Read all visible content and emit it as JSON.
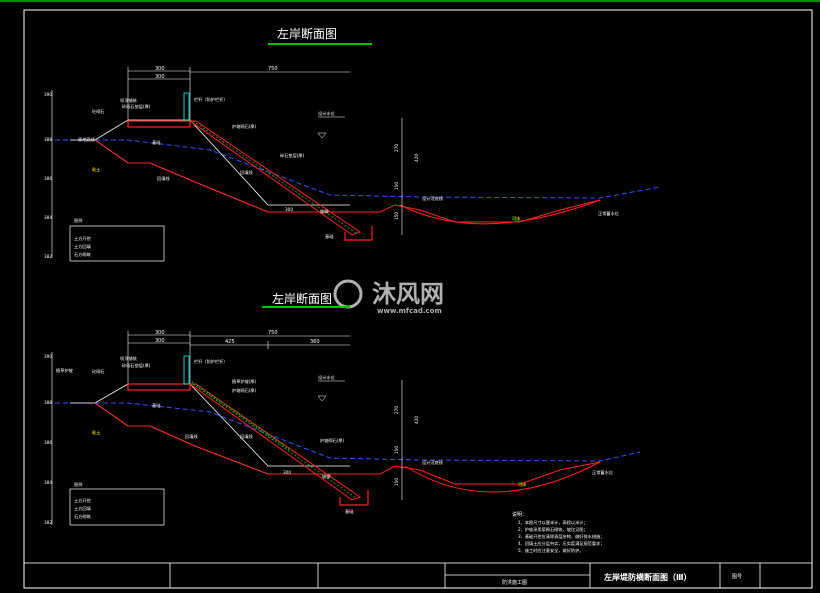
{
  "frame": {
    "border_color": "#ffffff",
    "accent_green": "#00c000"
  },
  "section1": {
    "title": "左岸断面图",
    "dims_top": [
      "300",
      "300",
      "750"
    ],
    "elevations": [
      "390",
      "388",
      "386",
      "384",
      "382"
    ],
    "vert_dims": [
      "270",
      "420",
      "150",
      "150"
    ],
    "labels": {
      "crest_paving": "坝顶铺装",
      "paving_stone": "砼砌石",
      "gravel_cushion": "砂砾石垫层(厚)",
      "rail": "栏杆（防护栏杆）",
      "back_slope": "原地面线",
      "clay": "粘土",
      "backfill": "回填线",
      "slope_protect": "护坡砌石(厚)",
      "gravel_layer": "碎石垫层(厚)",
      "design_wl": "设计水位",
      "normal_wl": "正常蓄水位",
      "foundation": "基础",
      "toe": "坡脚",
      "river_bed": "河床",
      "width_300": "300",
      "bottom_line": "设计河底线"
    },
    "legend": {
      "title": "图例",
      "items": [
        "土方开挖",
        "土方回填",
        "石方砌筑"
      ]
    }
  },
  "section2": {
    "title": "左岸断面图",
    "dims_top": [
      "300",
      "300",
      "750",
      "425",
      "360"
    ],
    "elevations": [
      "390",
      "388",
      "386",
      "384",
      "382"
    ],
    "vert_dims": [
      "270",
      "420",
      "150",
      "150"
    ],
    "labels": {
      "crest_paving": "坝顶铺装",
      "paving_stone": "砼砌石",
      "gravel_cushion": "砂砾石垫层(厚)",
      "rail": "栏杆（防护栏杆）",
      "clay": "粘土",
      "fill_top": "植草护坡",
      "backfill": "回填线",
      "grass": "植草护坡(厚)",
      "slope_protect": "护坡砌石(厚)",
      "design_wl": "设计水位",
      "normal_wl": "正常蓄水位",
      "foundation": "基础",
      "toe": "坡脚",
      "river_bed": "河床",
      "width_300": "300",
      "bottom_line": "设计河底线"
    },
    "legend": {
      "title": "图例",
      "items": [
        "土方开挖",
        "土方回填",
        "石方砌筑"
      ]
    }
  },
  "notes": {
    "heading": "说明：",
    "items": [
      "1、本图尺寸以厘米计，高程以米计；",
      "2、护坡采用浆砌石砌筑，坡比见图；",
      "3、基础开挖应清除表层杂物，做好排水措施；",
      "4、回填土应分层夯实，压实度满足规范要求；",
      "5、施工时应注意安全，做好防护。"
    ]
  },
  "title_block": {
    "project": "防洪施工图",
    "drawing_title": "左岸堤防横断面图（Ⅲ）",
    "drawing_no_label": "图号"
  },
  "watermark": {
    "brand": "沐风网",
    "url": "www.mfcad.com"
  }
}
